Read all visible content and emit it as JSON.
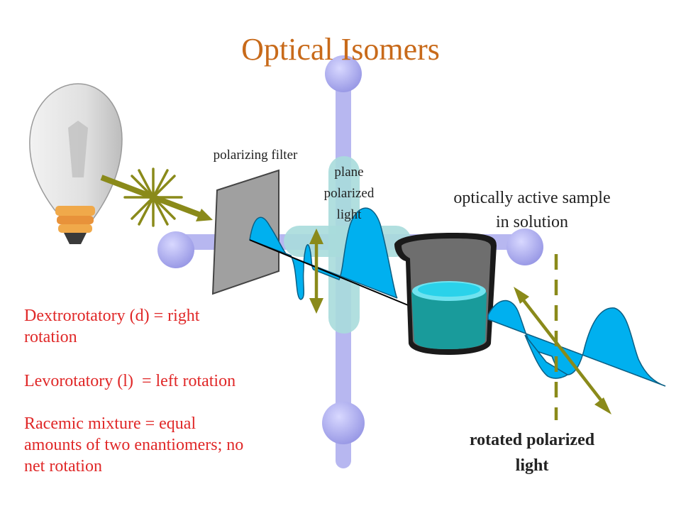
{
  "title": "Optical Isomers",
  "labels": {
    "polarizing_filter": "polarizing filter",
    "plane_polarized": [
      "plane",
      "polarized",
      "light"
    ],
    "sample": [
      "optically active sample",
      "in solution"
    ],
    "rotated": [
      "rotated polarized",
      "light"
    ]
  },
  "notes": [
    [
      "Dextrorotatory (d) = right",
      "rotation"
    ],
    [
      "Levorotatory (l)  = left rotation"
    ],
    [
      "Racemic mixture = equal",
      "amounts of two enantiomers; no",
      "net rotation"
    ]
  ],
  "colors": {
    "title": "#c86a1a",
    "notes": "#e02828",
    "arrow": "#8a8a1a",
    "wave": "#00b0ef",
    "molecule": "#aaaaee",
    "solution": "#199b9b"
  }
}
